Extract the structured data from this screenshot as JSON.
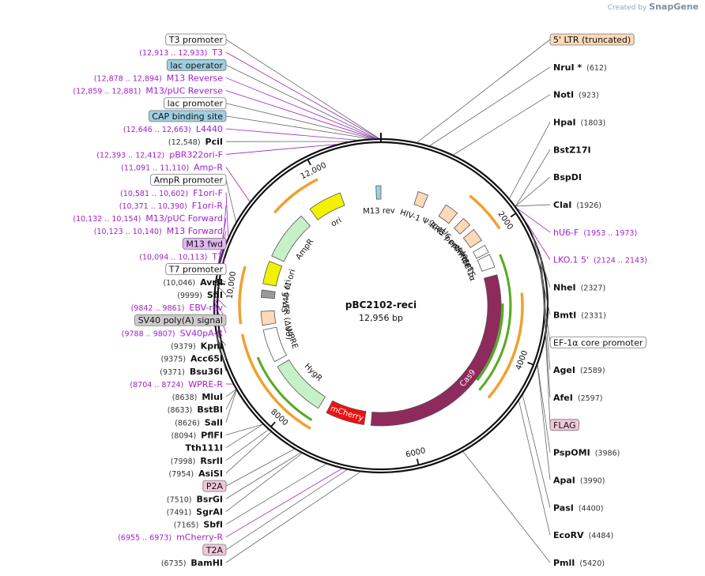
{
  "brand": {
    "created_by": "Created by",
    "name": "SnapGene"
  },
  "plasmid": {
    "name": "pBC2102-reci",
    "length": "12,956 bp",
    "total_bp": 12956
  },
  "colors": {
    "primer": "#a020c8",
    "backbone": "#111111",
    "orange": "#f0a030",
    "green": "#55aa22",
    "cas9": "#8e2a5c",
    "mcherry": "#ee1111",
    "hygr": "#c6f0c6",
    "ampr": "#c6f0c6",
    "ori": "#f2f200",
    "peach": "#fcd9b8",
    "grey": "#999999",
    "lac": "#9fcfe0",
    "pink": "#f0c8d8"
  },
  "ticks": [
    {
      "bp": 2000,
      "label": "2000"
    },
    {
      "bp": 4000,
      "label": "4000"
    },
    {
      "bp": 6000,
      "label": "6000"
    },
    {
      "bp": 8000,
      "label": "8000"
    },
    {
      "bp": 10000,
      "label": "10,000"
    },
    {
      "bp": 12000,
      "label": "12,000"
    }
  ],
  "labels": [
    {
      "range": "(12,913 .. 12,933)",
      "name": "T3",
      "type": "primer",
      "bp": 12923
    },
    {
      "range": "(12,878 .. 12,894)",
      "name": "M13 Reverse",
      "type": "primer",
      "bp": 12886
    },
    {
      "name": "lac operator",
      "type": "box-blue",
      "bp": 12900
    },
    {
      "range": "(12,859 .. 12,881)",
      "name": "M13/pUC Reverse",
      "type": "primer",
      "bp": 12870
    },
    {
      "name": "lac promoter",
      "type": "box-white",
      "bp": 12850
    },
    {
      "name": "CAP binding site",
      "type": "box-blue",
      "bp": 12820
    },
    {
      "range": "(12,646 .. 12,663)",
      "name": "L4440",
      "type": "primer",
      "bp": 12654
    },
    {
      "range": "(12,548)",
      "name": "PciI",
      "type": "site",
      "bp": 12548
    },
    {
      "range": "(12,393 .. 12,412)",
      "name": "pBR322ori-F",
      "type": "primer",
      "bp": 12402
    },
    {
      "range": "(11,091 .. 11,110)",
      "name": "Amp-R",
      "type": "primer",
      "bp": 11100
    },
    {
      "name": "AmpR promoter",
      "type": "box-white",
      "bp": 10800
    },
    {
      "range": "(10,581 .. 10,602)",
      "name": "F1ori-F",
      "type": "primer",
      "bp": 10592
    },
    {
      "range": "(10,371 .. 10,390)",
      "name": "F1ori-R",
      "type": "primer",
      "bp": 10380
    },
    {
      "range": "(10,132 .. 10,154)",
      "name": "M13/pUC Forward",
      "type": "primer",
      "bp": 10143
    },
    {
      "range": "(10,123 .. 10,140)",
      "name": "M13 Forward",
      "type": "primer",
      "bp": 10131
    },
    {
      "name": "M13 fwd",
      "type": "box-purple",
      "bp": 10120
    },
    {
      "range": "(10,094 .. 10,113)",
      "name": "T7",
      "type": "primer",
      "bp": 10103
    },
    {
      "name": "T7 promoter",
      "type": "box-white",
      "bp": 10090
    },
    {
      "range": "(10,046)",
      "name": "AvrII",
      "type": "site",
      "bp": 10046
    },
    {
      "range": "(9999)",
      "name": "SfiI",
      "type": "site",
      "bp": 9999
    },
    {
      "range": "(9842 .. 9861)",
      "name": "EBV-rev",
      "type": "primer",
      "bp": 9851
    },
    {
      "name": "SV40 poly(A) signal",
      "type": "box-grey",
      "bp": 9820
    },
    {
      "range": "(9788 .. 9807)",
      "name": "SV40pA-R",
      "type": "primer",
      "bp": 9797
    },
    {
      "range": "(9379)",
      "name": "KpnI",
      "type": "site",
      "bp": 9379
    },
    {
      "range": "(9375)",
      "name": "Acc65I",
      "type": "site",
      "bp": 9375
    },
    {
      "range": "(9371)",
      "name": "Bsu36I",
      "type": "site",
      "bp": 9371
    },
    {
      "range": "(8704 .. 8724)",
      "name": "WPRE-R",
      "type": "primer",
      "bp": 8714
    },
    {
      "range": "(8638)",
      "name": "MluI",
      "type": "site",
      "bp": 8638
    },
    {
      "range": "(8633)",
      "name": "BstBI",
      "type": "site",
      "bp": 8633
    },
    {
      "range": "(8626)",
      "name": "SalI",
      "type": "site",
      "bp": 8626
    },
    {
      "range": "(8094)",
      "name": "PflFI",
      "type": "site",
      "bp": 8094
    },
    {
      "name": "Tth111I",
      "type": "site",
      "bp": 8094
    },
    {
      "range": "(7998)",
      "name": "RsrII",
      "type": "site",
      "bp": 7998
    },
    {
      "range": "(7954)",
      "name": "AsiSI",
      "type": "site",
      "bp": 7954
    },
    {
      "name": "P2A",
      "type": "box-pink",
      "bp": 7600
    },
    {
      "range": "(7510)",
      "name": "BsrGI",
      "type": "site",
      "bp": 7510
    },
    {
      "range": "(7491)",
      "name": "SgrAI",
      "type": "site",
      "bp": 7491
    },
    {
      "range": "(7165)",
      "name": "SbfI",
      "type": "site",
      "bp": 7165
    },
    {
      "range": "(6955 .. 6973)",
      "name": "mCherry-R",
      "type": "primer",
      "bp": 6964
    },
    {
      "name": "T2A",
      "type": "box-pink",
      "bp": 6900
    },
    {
      "name": "BamHI",
      "type": "site",
      "range": "(6735)",
      "bp": 6735
    },
    {
      "name": "T3 promoter",
      "type": "box-white",
      "bp": 12930
    },
    {
      "name": "5' LTR (truncated)",
      "type": "box-peach",
      "bp": 450
    },
    {
      "name": "NruI *",
      "type": "site",
      "range": "(612)",
      "bp": 612
    },
    {
      "name": "NotI",
      "type": "site",
      "range": "(923)",
      "bp": 923
    },
    {
      "name": "HpaI",
      "type": "site",
      "range": "(1803)",
      "bp": 1803
    },
    {
      "name": "BstZ17I",
      "type": "site",
      "bp": 1926
    },
    {
      "name": "BspDI",
      "type": "site",
      "bp": 1926
    },
    {
      "name": "ClaI",
      "type": "site",
      "range": "(1926)",
      "bp": 1926
    },
    {
      "name": "hU6-F",
      "type": "primer",
      "range": "(1953 .. 1973)",
      "bp": 1963
    },
    {
      "name": "LKO.1 5'",
      "type": "primer",
      "range": "(2124 .. 2143)",
      "bp": 2133
    },
    {
      "name": "NheI",
      "type": "site",
      "range": "(2327)",
      "bp": 2327
    },
    {
      "name": "BmtI",
      "type": "site",
      "range": "(2331)",
      "bp": 2331
    },
    {
      "name": "EF-1α core promoter",
      "type": "box-white",
      "bp": 2450
    },
    {
      "name": "AgeI",
      "type": "site",
      "range": "(2589)",
      "bp": 2589
    },
    {
      "name": "AfeI",
      "type": "site",
      "range": "(2597)",
      "bp": 2597
    },
    {
      "name": "FLAG",
      "type": "box-pink",
      "bp": 2650
    },
    {
      "name": "PspOMI",
      "type": "site",
      "range": "(3986)",
      "bp": 3986
    },
    {
      "name": "ApaI",
      "type": "site",
      "range": "(3990)",
      "bp": 3990
    },
    {
      "name": "PasI",
      "type": "site",
      "range": "(4400)",
      "bp": 4400
    },
    {
      "name": "EcoRV",
      "type": "site",
      "range": "(4484)",
      "bp": 4484
    },
    {
      "name": "PmlI",
      "type": "site",
      "range": "(5420)",
      "bp": 5420
    }
  ],
  "features": [
    {
      "name": "Cas9",
      "type": "cas9",
      "start": 2700,
      "end": 6650,
      "dir": -1
    },
    {
      "name": "mCherry",
      "type": "mcherry",
      "start": 6770,
      "end": 7450,
      "dir": -1
    },
    {
      "name": "HygR",
      "type": "hygr",
      "start": 7610,
      "end": 8620,
      "dir": -1
    },
    {
      "name": "WPRE",
      "type": "white",
      "start": 8720,
      "end": 9300
    },
    {
      "name": "3' LTR (ΔU3)",
      "type": "peach",
      "start": 9380,
      "end": 9620
    },
    {
      "name": "SV40 ori",
      "type": "grey",
      "start": 9860,
      "end": 9990
    },
    {
      "name": "f1 ori",
      "type": "ori",
      "start": 10100,
      "end": 10500,
      "dir": -1
    },
    {
      "name": "AmpR",
      "type": "ampr",
      "start": 10600,
      "end": 11460,
      "dir": -1
    },
    {
      "name": "ori",
      "type": "ori",
      "start": 11650,
      "end": 12240,
      "dir": -1
    },
    {
      "name": "M13 rev",
      "type": "lac",
      "start": 12870,
      "end": 12956
    },
    {
      "name": "HIV-1 Ψ",
      "type": "peach",
      "start": 650,
      "end": 830
    },
    {
      "name": "RRE",
      "type": "peach",
      "start": 1180,
      "end": 1420
    },
    {
      "name": "gp41 peptide",
      "type": "peach",
      "start": 1560,
      "end": 1720
    },
    {
      "name": "U6 promoter",
      "type": "peach",
      "start": 1820,
      "end": 2050
    },
    {
      "name": "cPPT/CTS",
      "type": "white",
      "start": 2150,
      "end": 2290,
      "dir": 1
    },
    {
      "name": "EF-1α",
      "type": "white",
      "start": 2330,
      "end": 2560,
      "dir": 1
    }
  ],
  "orange_arcs": [
    {
      "start": 1400,
      "end": 2050
    },
    {
      "start": 3050,
      "end": 4700
    },
    {
      "start": 7550,
      "end": 9300
    },
    {
      "start": 9450,
      "end": 10300
    },
    {
      "start": 11200,
      "end": 12000
    }
  ],
  "green_arcs": [
    {
      "start": 2400,
      "end": 4700
    },
    {
      "start": 3200,
      "end": 4600
    },
    {
      "start": 7600,
      "end": 8900
    }
  ]
}
